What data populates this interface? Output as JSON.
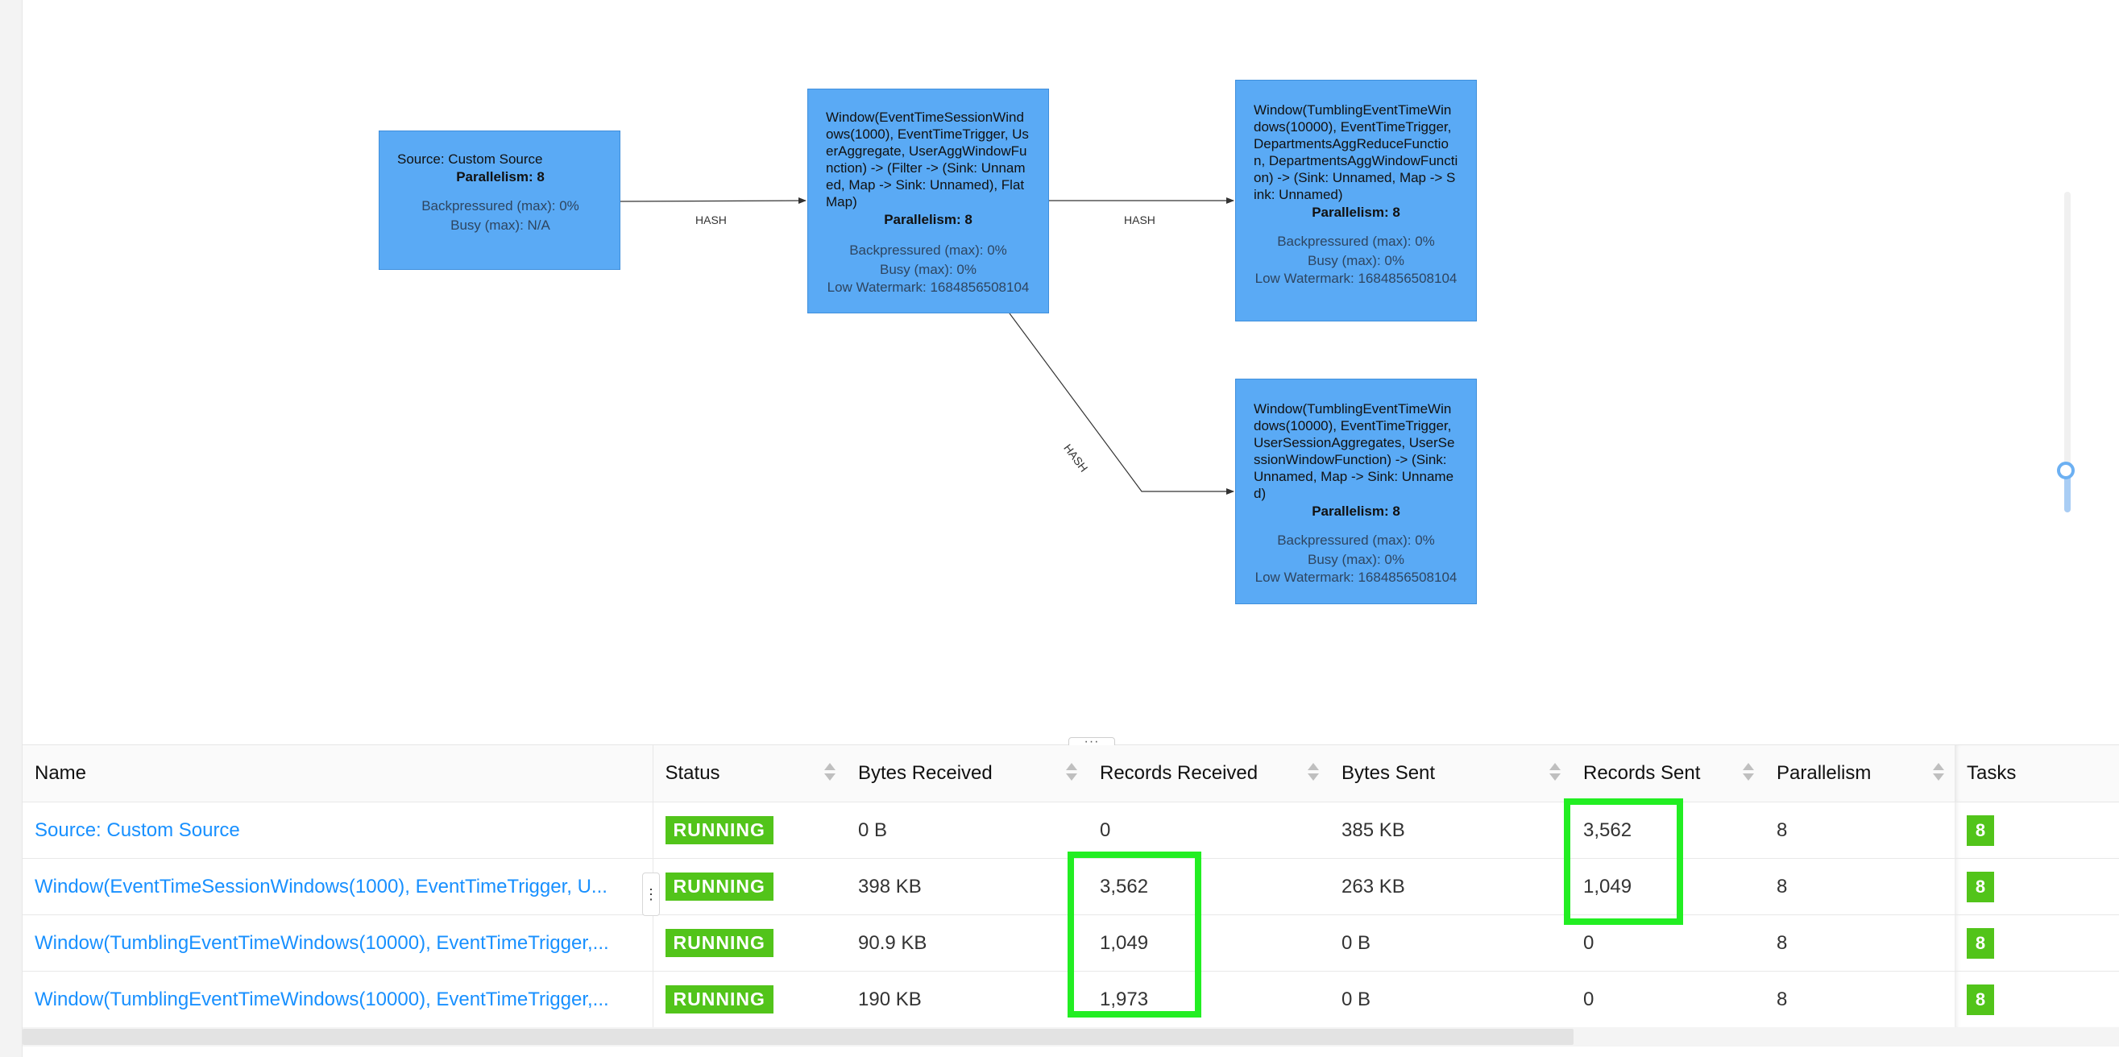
{
  "graph": {
    "nodes": [
      {
        "id": "n1",
        "desc": "Source: Custom Source",
        "parallelism": "Parallelism: 8",
        "metrics": [
          "Backpressured (max): 0%",
          "Busy (max): N/A"
        ]
      },
      {
        "id": "n2",
        "desc": "Window(EventTimeSessionWindows(1000), EventTimeTrigger, UserAggregate, UserAggWindowFunction) -> (Filter -> (Sink: Unnamed, Map -> Sink: Unnamed), Flat Map)",
        "parallelism": "Parallelism: 8",
        "metrics": [
          "Backpressured (max): 0%",
          "Busy (max): 0%",
          "Low Watermark: 1684856508104"
        ]
      },
      {
        "id": "n3",
        "desc": "Window(TumblingEventTimeWindows(10000), EventTimeTrigger, DepartmentsAggReduceFunction, DepartmentsAggWindowFunction) -> (Sink: Unnamed, Map -> Sink: Unnamed)",
        "parallelism": "Parallelism: 8",
        "metrics": [
          "Backpressured (max): 0%",
          "Busy (max): 0%",
          "Low Watermark: 1684856508104"
        ]
      },
      {
        "id": "n4",
        "desc": "Window(TumblingEventTimeWindows(10000), EventTimeTrigger, UserSessionAggregates, UserSessionWindowFunction) -> (Sink: Unnamed, Map -> Sink: Unnamed)",
        "parallelism": "Parallelism: 8",
        "metrics": [
          "Backpressured (max): 0%",
          "Busy (max): 0%",
          "Low Watermark: 1684856508104"
        ]
      }
    ],
    "edge_labels": [
      "HASH",
      "HASH",
      "HASH"
    ]
  },
  "splitter": {
    "handle_label": "···"
  },
  "table": {
    "columns": [
      "Name",
      "Status",
      "Bytes Received",
      "Records Received",
      "Bytes Sent",
      "Records Sent",
      "Parallelism",
      "Tasks"
    ],
    "rows": [
      {
        "name": "Source: Custom Source",
        "status": "RUNNING",
        "bytes_received": "0 B",
        "records_received": "0",
        "bytes_sent": "385 KB",
        "records_sent": "3,562",
        "parallelism": "8",
        "tasks": "8"
      },
      {
        "name": "Window(EventTimeSessionWindows(1000), EventTimeTrigger, U...",
        "status": "RUNNING",
        "bytes_received": "398 KB",
        "records_received": "3,562",
        "bytes_sent": "263 KB",
        "records_sent": "1,049",
        "parallelism": "8",
        "tasks": "8"
      },
      {
        "name": "Window(TumblingEventTimeWindows(10000), EventTimeTrigger,...",
        "status": "RUNNING",
        "bytes_received": "90.9 KB",
        "records_received": "1,049",
        "bytes_sent": "0 B",
        "records_sent": "0",
        "parallelism": "8",
        "tasks": "8"
      },
      {
        "name": "Window(TumblingEventTimeWindows(10000), EventTimeTrigger,...",
        "status": "RUNNING",
        "bytes_received": "190 KB",
        "records_received": "1,973",
        "bytes_sent": "0 B",
        "records_sent": "0",
        "parallelism": "8",
        "tasks": "8"
      }
    ],
    "row_drag_handle": "⋮"
  },
  "colors": {
    "node_fill": "#5aaaf5",
    "link": "#1890ff",
    "status_running": "#52c41a",
    "highlight": "#22ee22"
  }
}
